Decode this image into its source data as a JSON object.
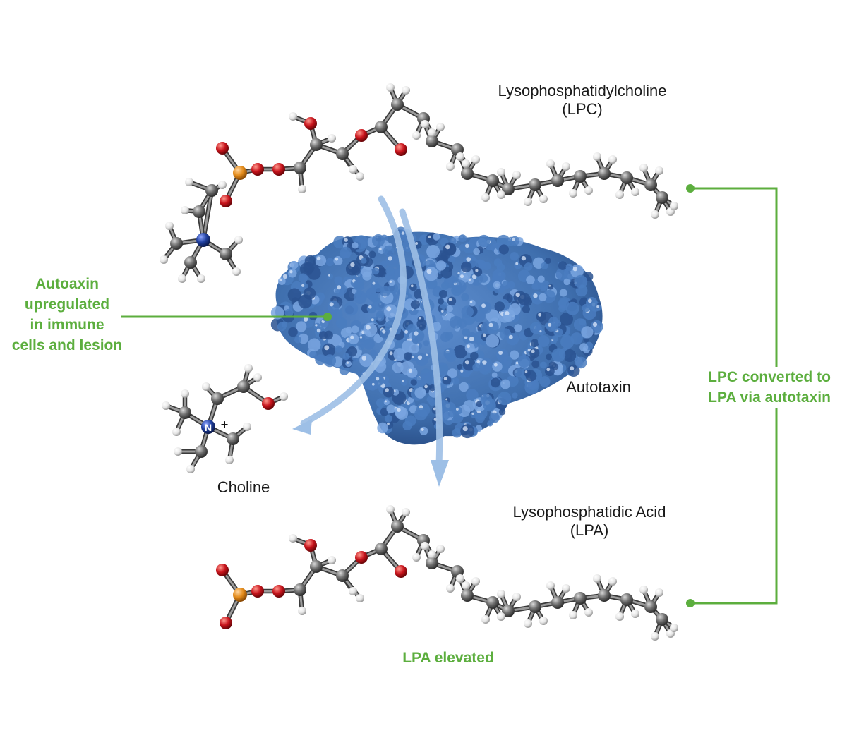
{
  "molecules": {
    "lpc": {
      "name": "Lysophosphatidylcholine",
      "abbr": "(LPC)"
    },
    "lpa": {
      "name": "Lysophosphatidic Acid",
      "abbr": "(LPA)"
    },
    "choline": {
      "name": "Choline",
      "n_label": "N",
      "charge": "+"
    },
    "enzyme": {
      "name": "Autotaxin"
    }
  },
  "annotations": {
    "autotaxin_note": [
      "Autoaxin",
      "upregulated",
      "in immune",
      "cells and lesion"
    ],
    "conversion_note": [
      "LPC converted to",
      "LPA via autotaxin"
    ],
    "lpa_note": "LPA elevated"
  },
  "colors": {
    "annotation_green": "#5cae3e",
    "arrow_blue": "#9dbfe6",
    "protein_blue": "#3f6fae",
    "carbon": "#6b6b6b",
    "hydrogen": "#f2f2f2",
    "oxygen": "#c8141c",
    "phosphorus": "#e38b1b",
    "nitrogen": "#1f3f9e",
    "text": "#1a1a1a"
  }
}
